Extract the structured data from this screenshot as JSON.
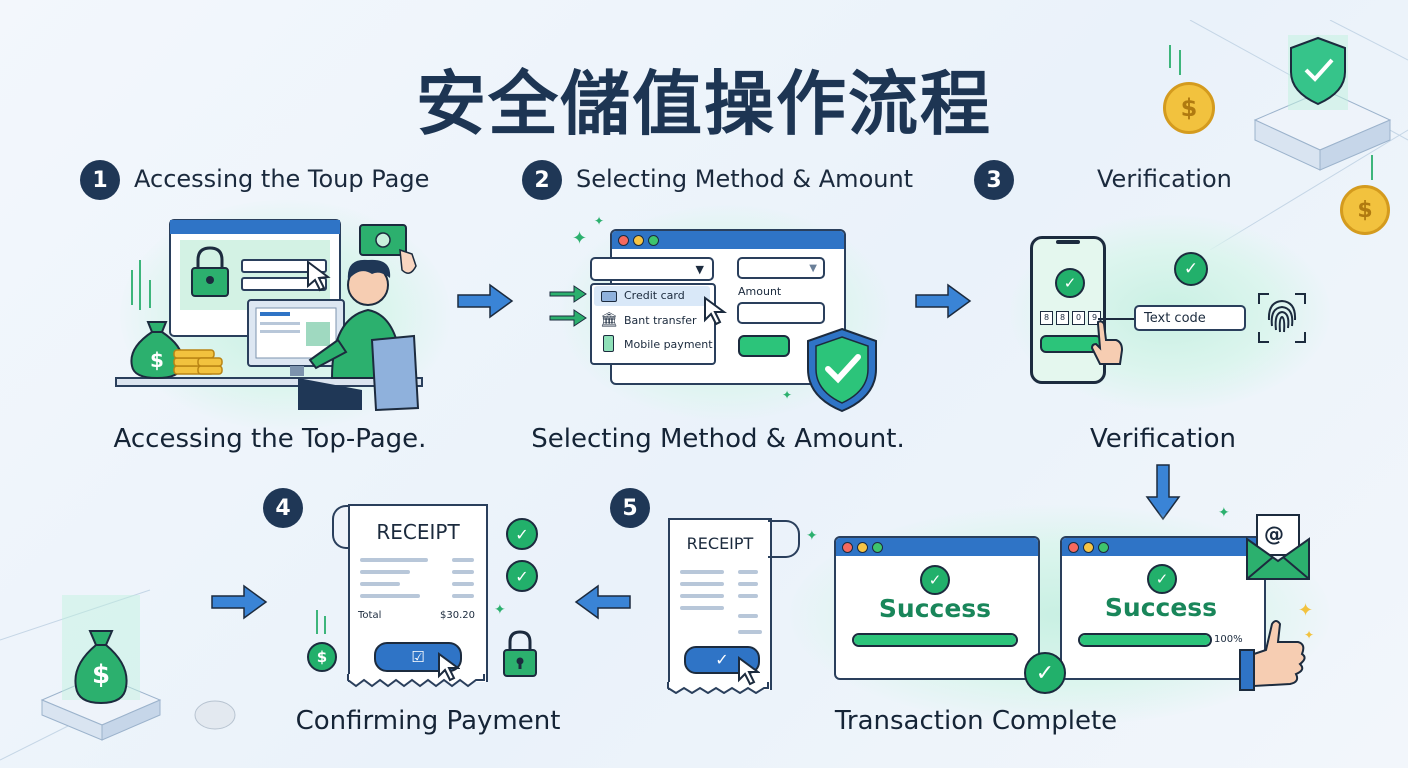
{
  "title": "安全儲值操作流程",
  "steps": [
    {
      "number": "1",
      "heading": "Accessing the Toup Page",
      "caption": "Accessing the Top-Page."
    },
    {
      "number": "2",
      "heading": "Selecting Method & Amount",
      "caption": "Selecting Method & Amount."
    },
    {
      "number": "3",
      "heading": "Verification",
      "caption": "Verification"
    },
    {
      "number": "4",
      "caption": "Confirming Payment"
    },
    {
      "number": "5",
      "caption": "Transaction Complete"
    }
  ],
  "method_panel": {
    "options": [
      "Credit card",
      "Bant transfer",
      "Mobile payment"
    ],
    "amount_label": "Amount"
  },
  "verification": {
    "code_digits": [
      "8",
      "8",
      "0",
      "9"
    ],
    "text_code_label": "Text code"
  },
  "receipt_main": {
    "title": "RECEIPT",
    "total_label": "Total",
    "total_value": "$30.20"
  },
  "receipt_small": {
    "title": "RECEIPT"
  },
  "success": {
    "label_1": "Success",
    "label_2": "Success",
    "percent_text": "100%",
    "progress": 100
  },
  "currency_symbol": "$",
  "email_symbol": "@",
  "colors": {
    "navy": "#1f3756",
    "green": "#22b06b",
    "blue": "#2f74c6",
    "mint": "#c9f0e3",
    "gold": "#f2c23e"
  }
}
